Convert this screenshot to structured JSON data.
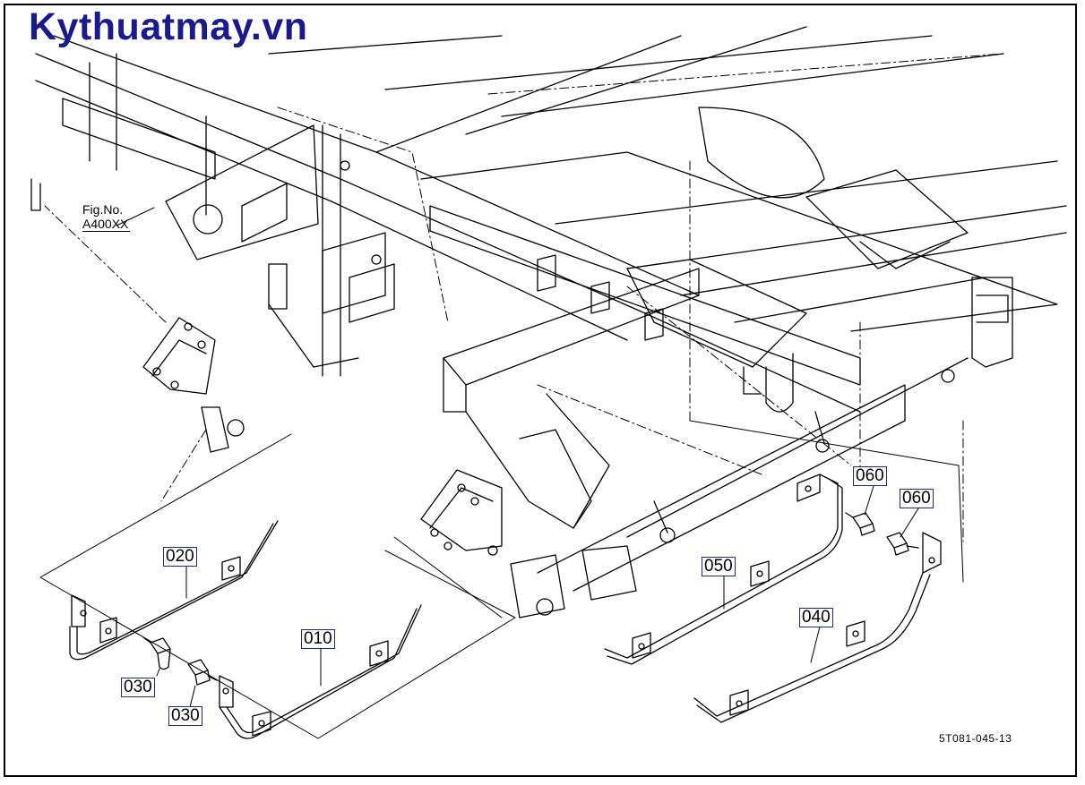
{
  "watermark": {
    "text": "Kythuatmay.vn",
    "color": "#1a1a8c"
  },
  "figure_reference": {
    "line1": "Fig.No.",
    "line2": "A400XX"
  },
  "callouts": [
    {
      "id": "c010",
      "label": "010"
    },
    {
      "id": "c020",
      "label": "020"
    },
    {
      "id": "c030a",
      "label": "030"
    },
    {
      "id": "c030b",
      "label": "030"
    },
    {
      "id": "c040",
      "label": "040"
    },
    {
      "id": "c050",
      "label": "050"
    },
    {
      "id": "c060a",
      "label": "060"
    },
    {
      "id": "c060b",
      "label": "060"
    }
  ],
  "drawing_number": "5T081-045-13",
  "colors": {
    "line": "#000000",
    "callout_border": "#1a2a8c",
    "background": "#ffffff"
  }
}
